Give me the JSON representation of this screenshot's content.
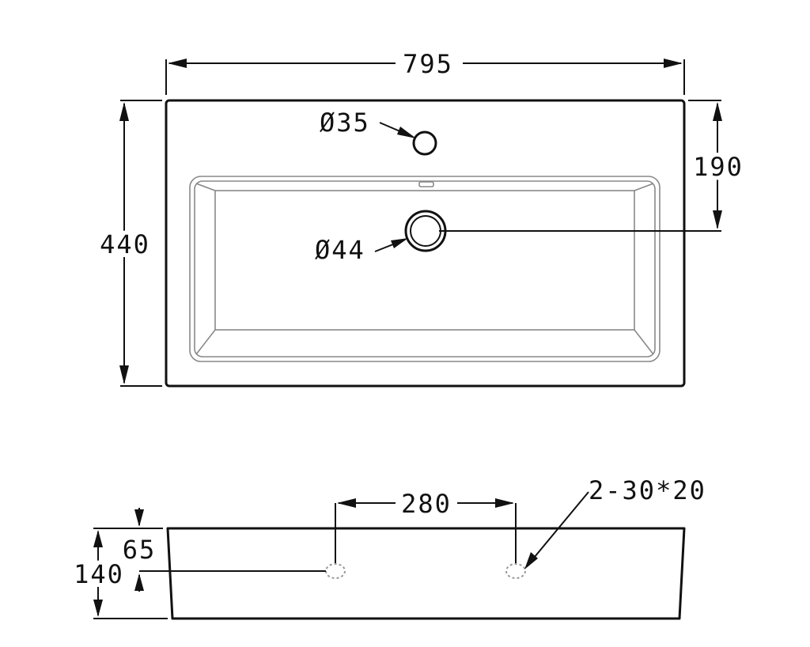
{
  "top_view": {
    "width_dim": "795",
    "depth_dim": "440",
    "drain_offset_dim": "190",
    "tap_hole_dim": "Ø35",
    "drain_dim": "Ø44"
  },
  "side_view": {
    "height_dim": "140",
    "hole_height_dim": "65",
    "hole_spacing_dim": "280",
    "hole_spec": "2-30*20"
  }
}
